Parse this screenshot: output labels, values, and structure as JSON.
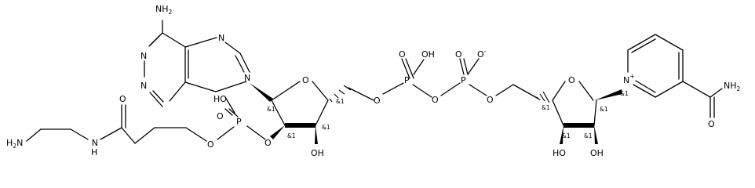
{
  "atoms": {
    "nh2_adenine": "NH",
    "nh2_adenine_sub": "2",
    "n_pur_1": "N",
    "n_pur_3": "N",
    "n_pur_7": "N",
    "n_pur_9": "N",
    "o_ribose1": "O",
    "o_ring_nmn": "O",
    "ho_ribose1": "OH",
    "p_2prime": "P",
    "ho_p2": "HO",
    "o_p2_double": "O",
    "o_p2_ester_a": "O",
    "o_p2_ester_b": "O",
    "o_ch2_a": "O",
    "p_alpha": "P",
    "o_pa_double": "O",
    "oh_pa": "OH",
    "o_bridge": "O",
    "p_beta": "P",
    "o_pb_double": "O",
    "o_pb_minus": "O",
    "o_pb_minus_charge": "-",
    "o_ch2_b": "O",
    "n_pyridinium": "N",
    "n_pyridinium_charge": "+",
    "nh2_amide": "NH",
    "nh2_amide_sub": "2",
    "o_amide_nic": "O",
    "ho_nmn_3": "HO",
    "oh_nmn_2": "OH",
    "h2n_linker": "H",
    "h2n_linker_sub": "2",
    "h2n_linker_n": "N",
    "nh_linker": "N",
    "nh_linker_h": "H",
    "o_linker_amide": "O"
  },
  "stereo_labels": {
    "s1": "&1",
    "s2": "&1",
    "s3": "&1",
    "s4": "&1",
    "s5": "&1",
    "s6": "&1",
    "s7": "&1",
    "s8": "&1",
    "s9": "&1"
  }
}
